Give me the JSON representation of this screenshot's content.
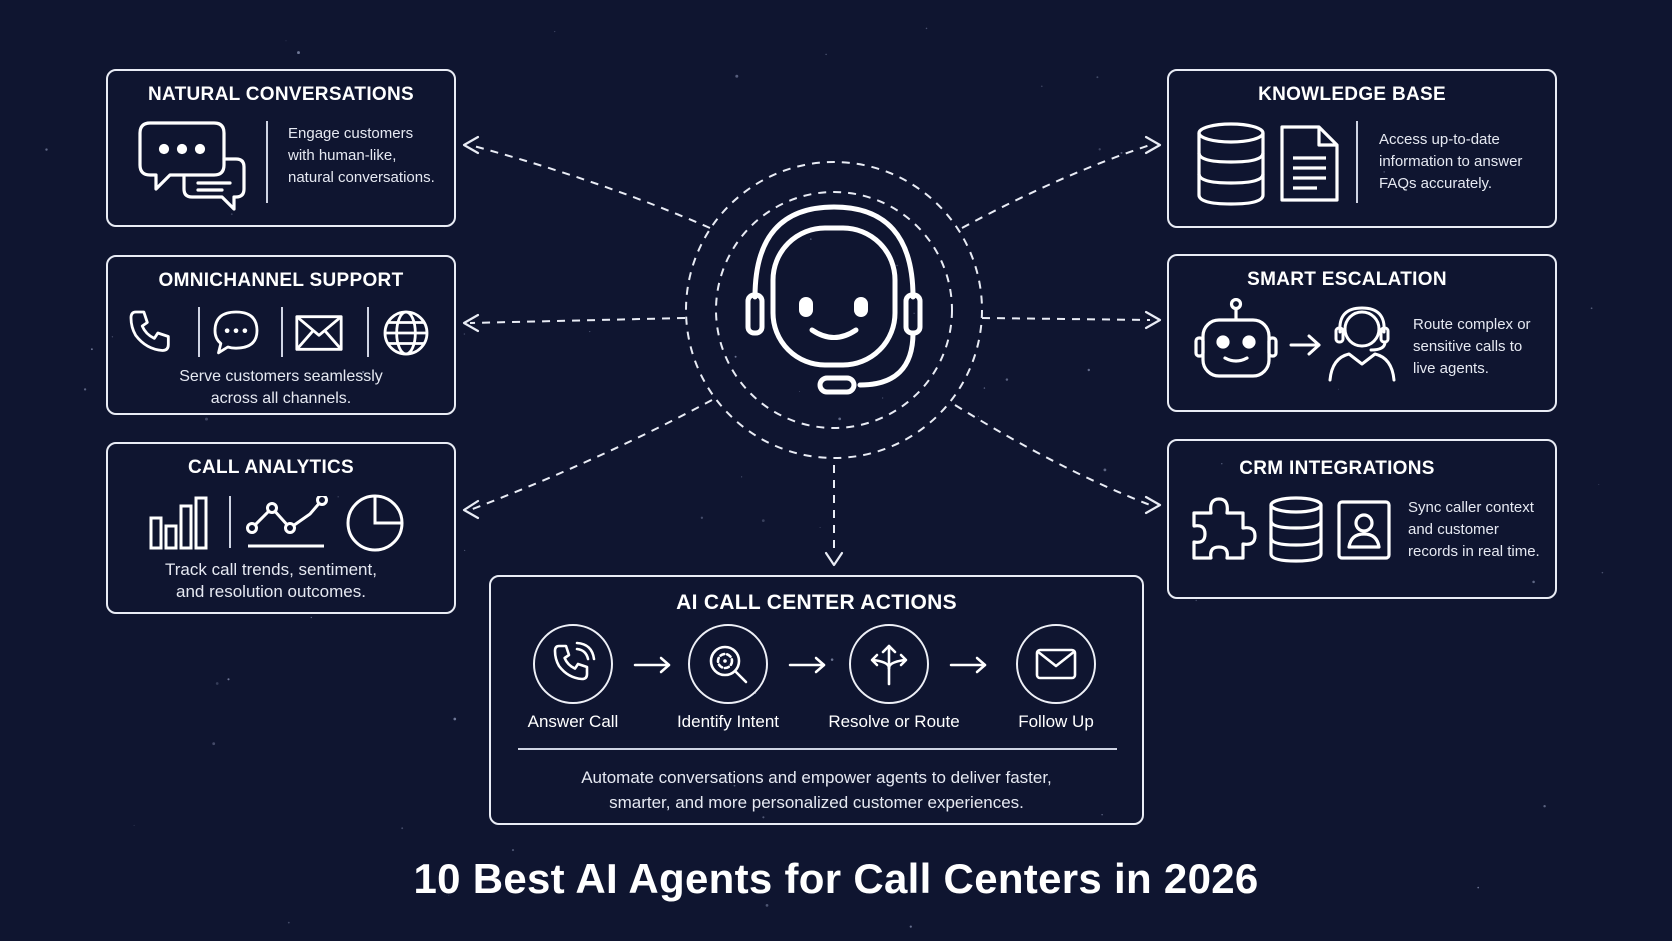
{
  "page_title": "10 Best AI Agents for Call Centers in 2026",
  "colors": {
    "background": "#0f1530",
    "stroke": "#e9ecf5",
    "text": "#ffffff"
  },
  "hub": {
    "icon": "robot-headset-icon"
  },
  "cards": {
    "natural": {
      "title": "NATURAL CONVERSATIONS",
      "text": [
        "Engage customers",
        "with human-like,",
        "natural conversations."
      ],
      "icons": [
        "chat-bubbles-icon"
      ]
    },
    "omni": {
      "title": "OMNICHANNEL SUPPORT",
      "text": [
        "Serve customers seamlessly",
        "across all channels."
      ],
      "icons": [
        "phone-icon",
        "chat-icon",
        "envelope-icon",
        "globe-icon"
      ]
    },
    "analytics": {
      "title": "CALL ANALYTICS",
      "text": [
        "Track call trends, sentiment,",
        "and resolution outcomes."
      ],
      "icons": [
        "bar-chart-icon",
        "line-chart-icon",
        "pie-chart-icon"
      ]
    },
    "knowledge": {
      "title": "KNOWLEDGE BASE",
      "text": [
        "Access up-to-date",
        "information to answer",
        "FAQs accurately."
      ],
      "icons": [
        "database-icon",
        "document-icon"
      ]
    },
    "escalation": {
      "title": "SMART ESCALATION",
      "text": [
        "Route complex or",
        "sensitive calls to",
        "live agents."
      ],
      "icons": [
        "robot-icon",
        "arrow-right-icon",
        "agent-headset-icon"
      ]
    },
    "crm": {
      "title": "CRM INTEGRATIONS",
      "text": [
        "Sync caller context",
        "and customer",
        "records in real time."
      ],
      "icons": [
        "puzzle-icon",
        "database-icon",
        "contact-card-icon"
      ]
    }
  },
  "actions": {
    "title": "AI CALL CENTER ACTIONS",
    "steps": [
      {
        "label": "Answer Call",
        "icon": "phone-icon"
      },
      {
        "label": "Identify Intent",
        "icon": "search-target-icon"
      },
      {
        "label": "Resolve or Route",
        "icon": "split-arrows-icon"
      },
      {
        "label": "Follow Up",
        "icon": "envelope-icon"
      }
    ],
    "text": [
      "Automate conversations and empower agents to deliver faster,",
      "smarter, and more personalized customer experiences."
    ]
  }
}
